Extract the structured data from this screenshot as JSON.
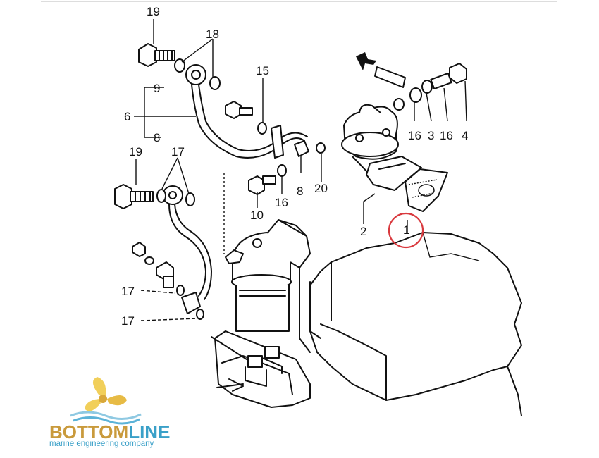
{
  "diagram": {
    "callouts": {
      "c19a": "19",
      "c18": "18",
      "c9": "9",
      "c6": "6",
      "c8a": "8",
      "c15": "15",
      "c19b": "19",
      "c17a": "17",
      "c10": "10",
      "c16a": "16",
      "c8b": "8",
      "c20": "20",
      "c2": "2",
      "c1": "1",
      "c16b": "16",
      "c3": "3",
      "c16c": "16",
      "c4": "4",
      "c17b": "17",
      "c17c": "17"
    },
    "highlight_color": "#d9393e"
  },
  "logo": {
    "brand_part1": "BOTTOM",
    "brand_part2": "LINE",
    "tagline": "marine engineering company",
    "colors": {
      "gold": "#c99a3c",
      "blue": "#3aa0c8"
    }
  }
}
